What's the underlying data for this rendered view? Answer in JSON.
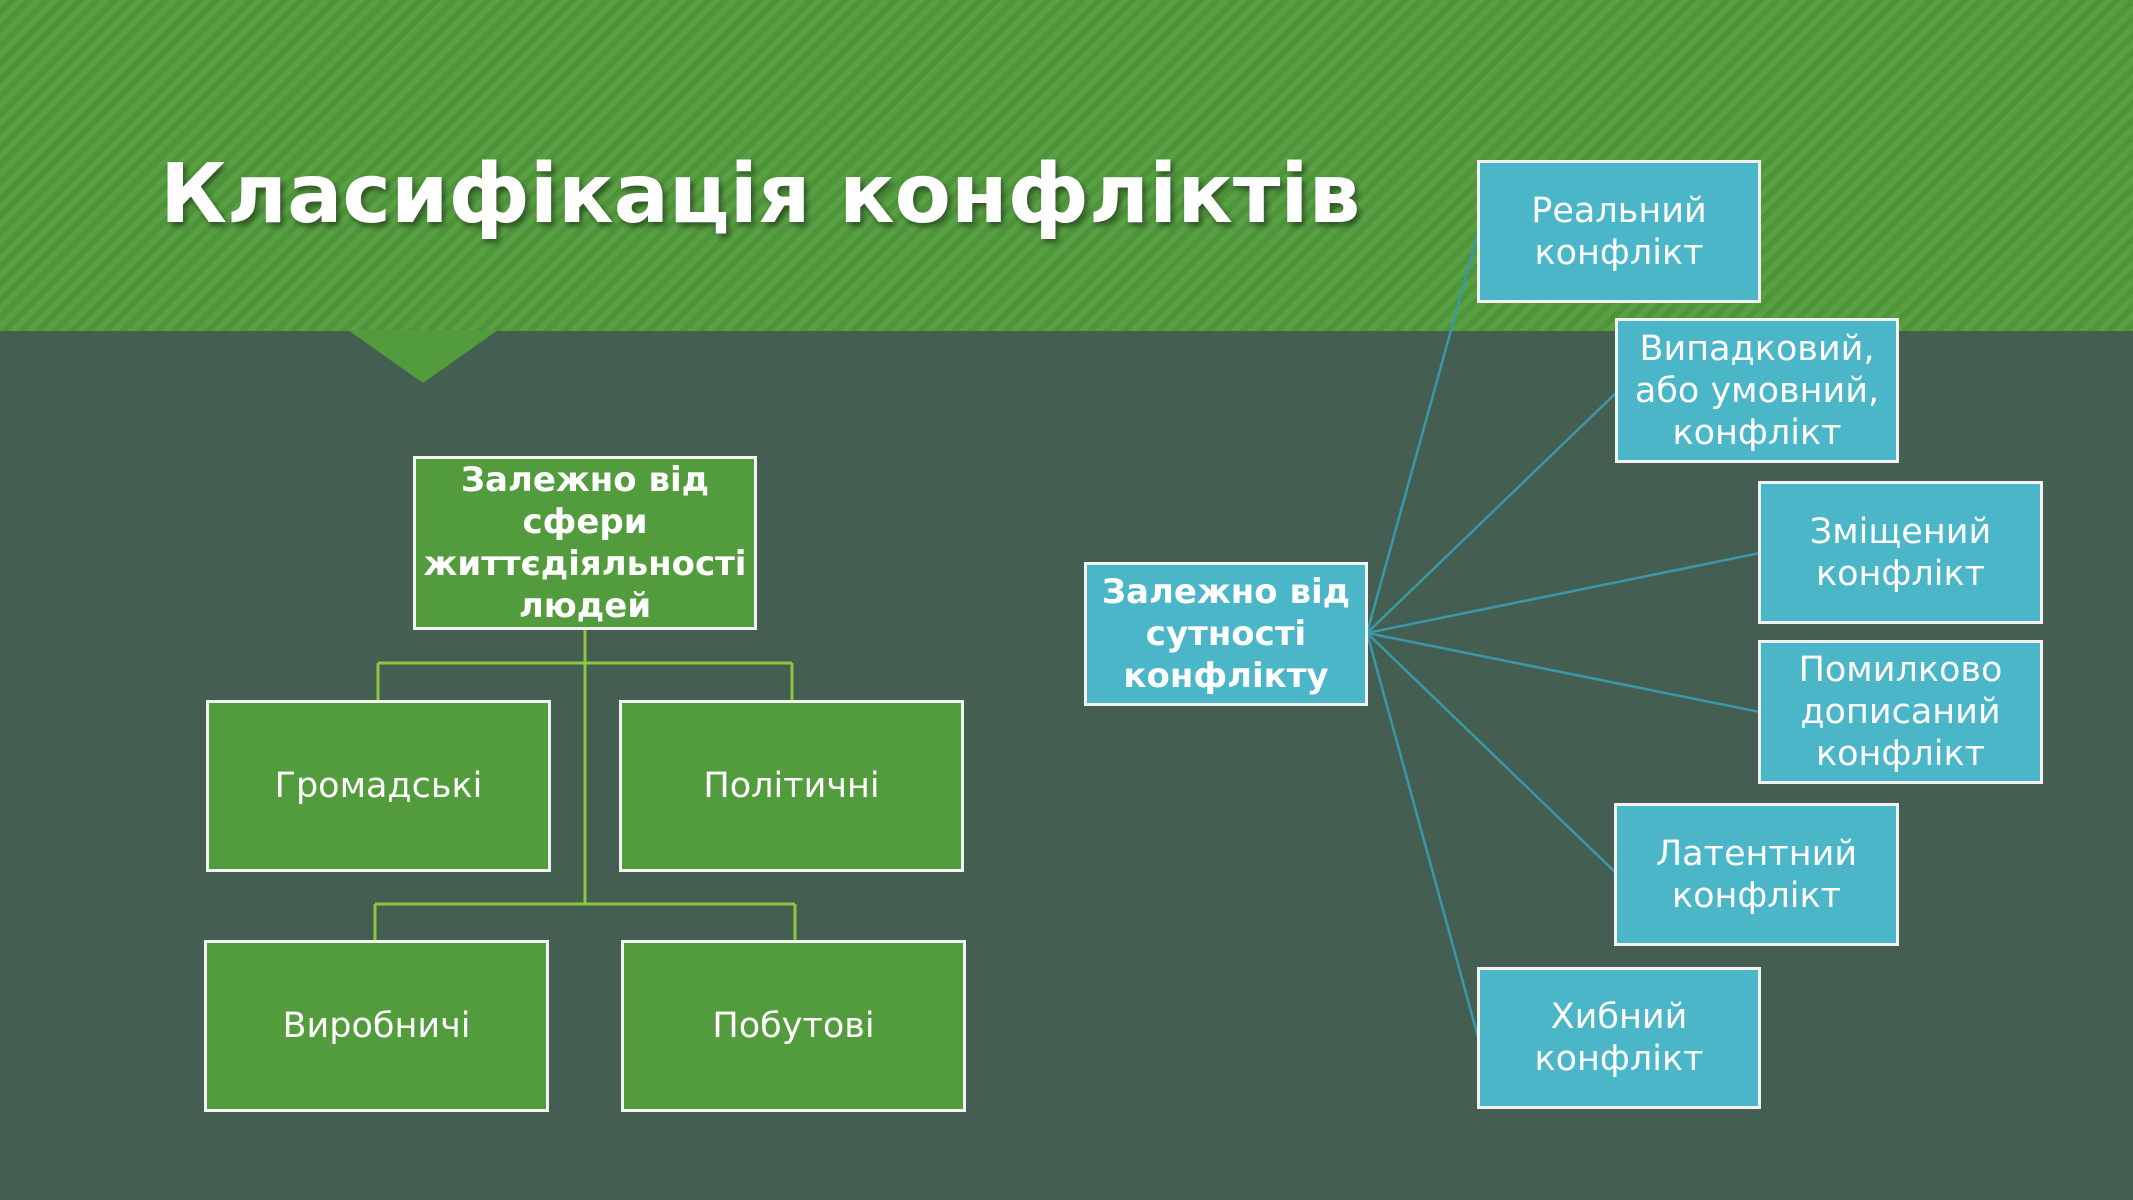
{
  "slide": {
    "title": "Класифікація конфліктів",
    "colors": {
      "header_green": "#529c3d",
      "background": "#445f52",
      "box_green": "#529c3d",
      "box_teal": "#4ab6c8",
      "connector_green": "#8dc63f",
      "connector_teal": "#3a98a8"
    }
  },
  "left_diagram": {
    "root": "Залежно від\nсфери\nжиттєдіяльності\nлюдей",
    "children": [
      "Громадські",
      "Політичні",
      "Виробничі",
      "Побутові"
    ]
  },
  "right_diagram": {
    "root": "Залежно від\nсутності\nконфлікту",
    "children": [
      "Реальний\nконфлікт",
      "Випадковий,\nабо умовний,\nконфлікт",
      "Зміщений\nконфлікт",
      "Помилково\nдописаний\nконфлікт",
      "Латентний\nконфлікт",
      "Хибний\nконфлікт"
    ]
  }
}
